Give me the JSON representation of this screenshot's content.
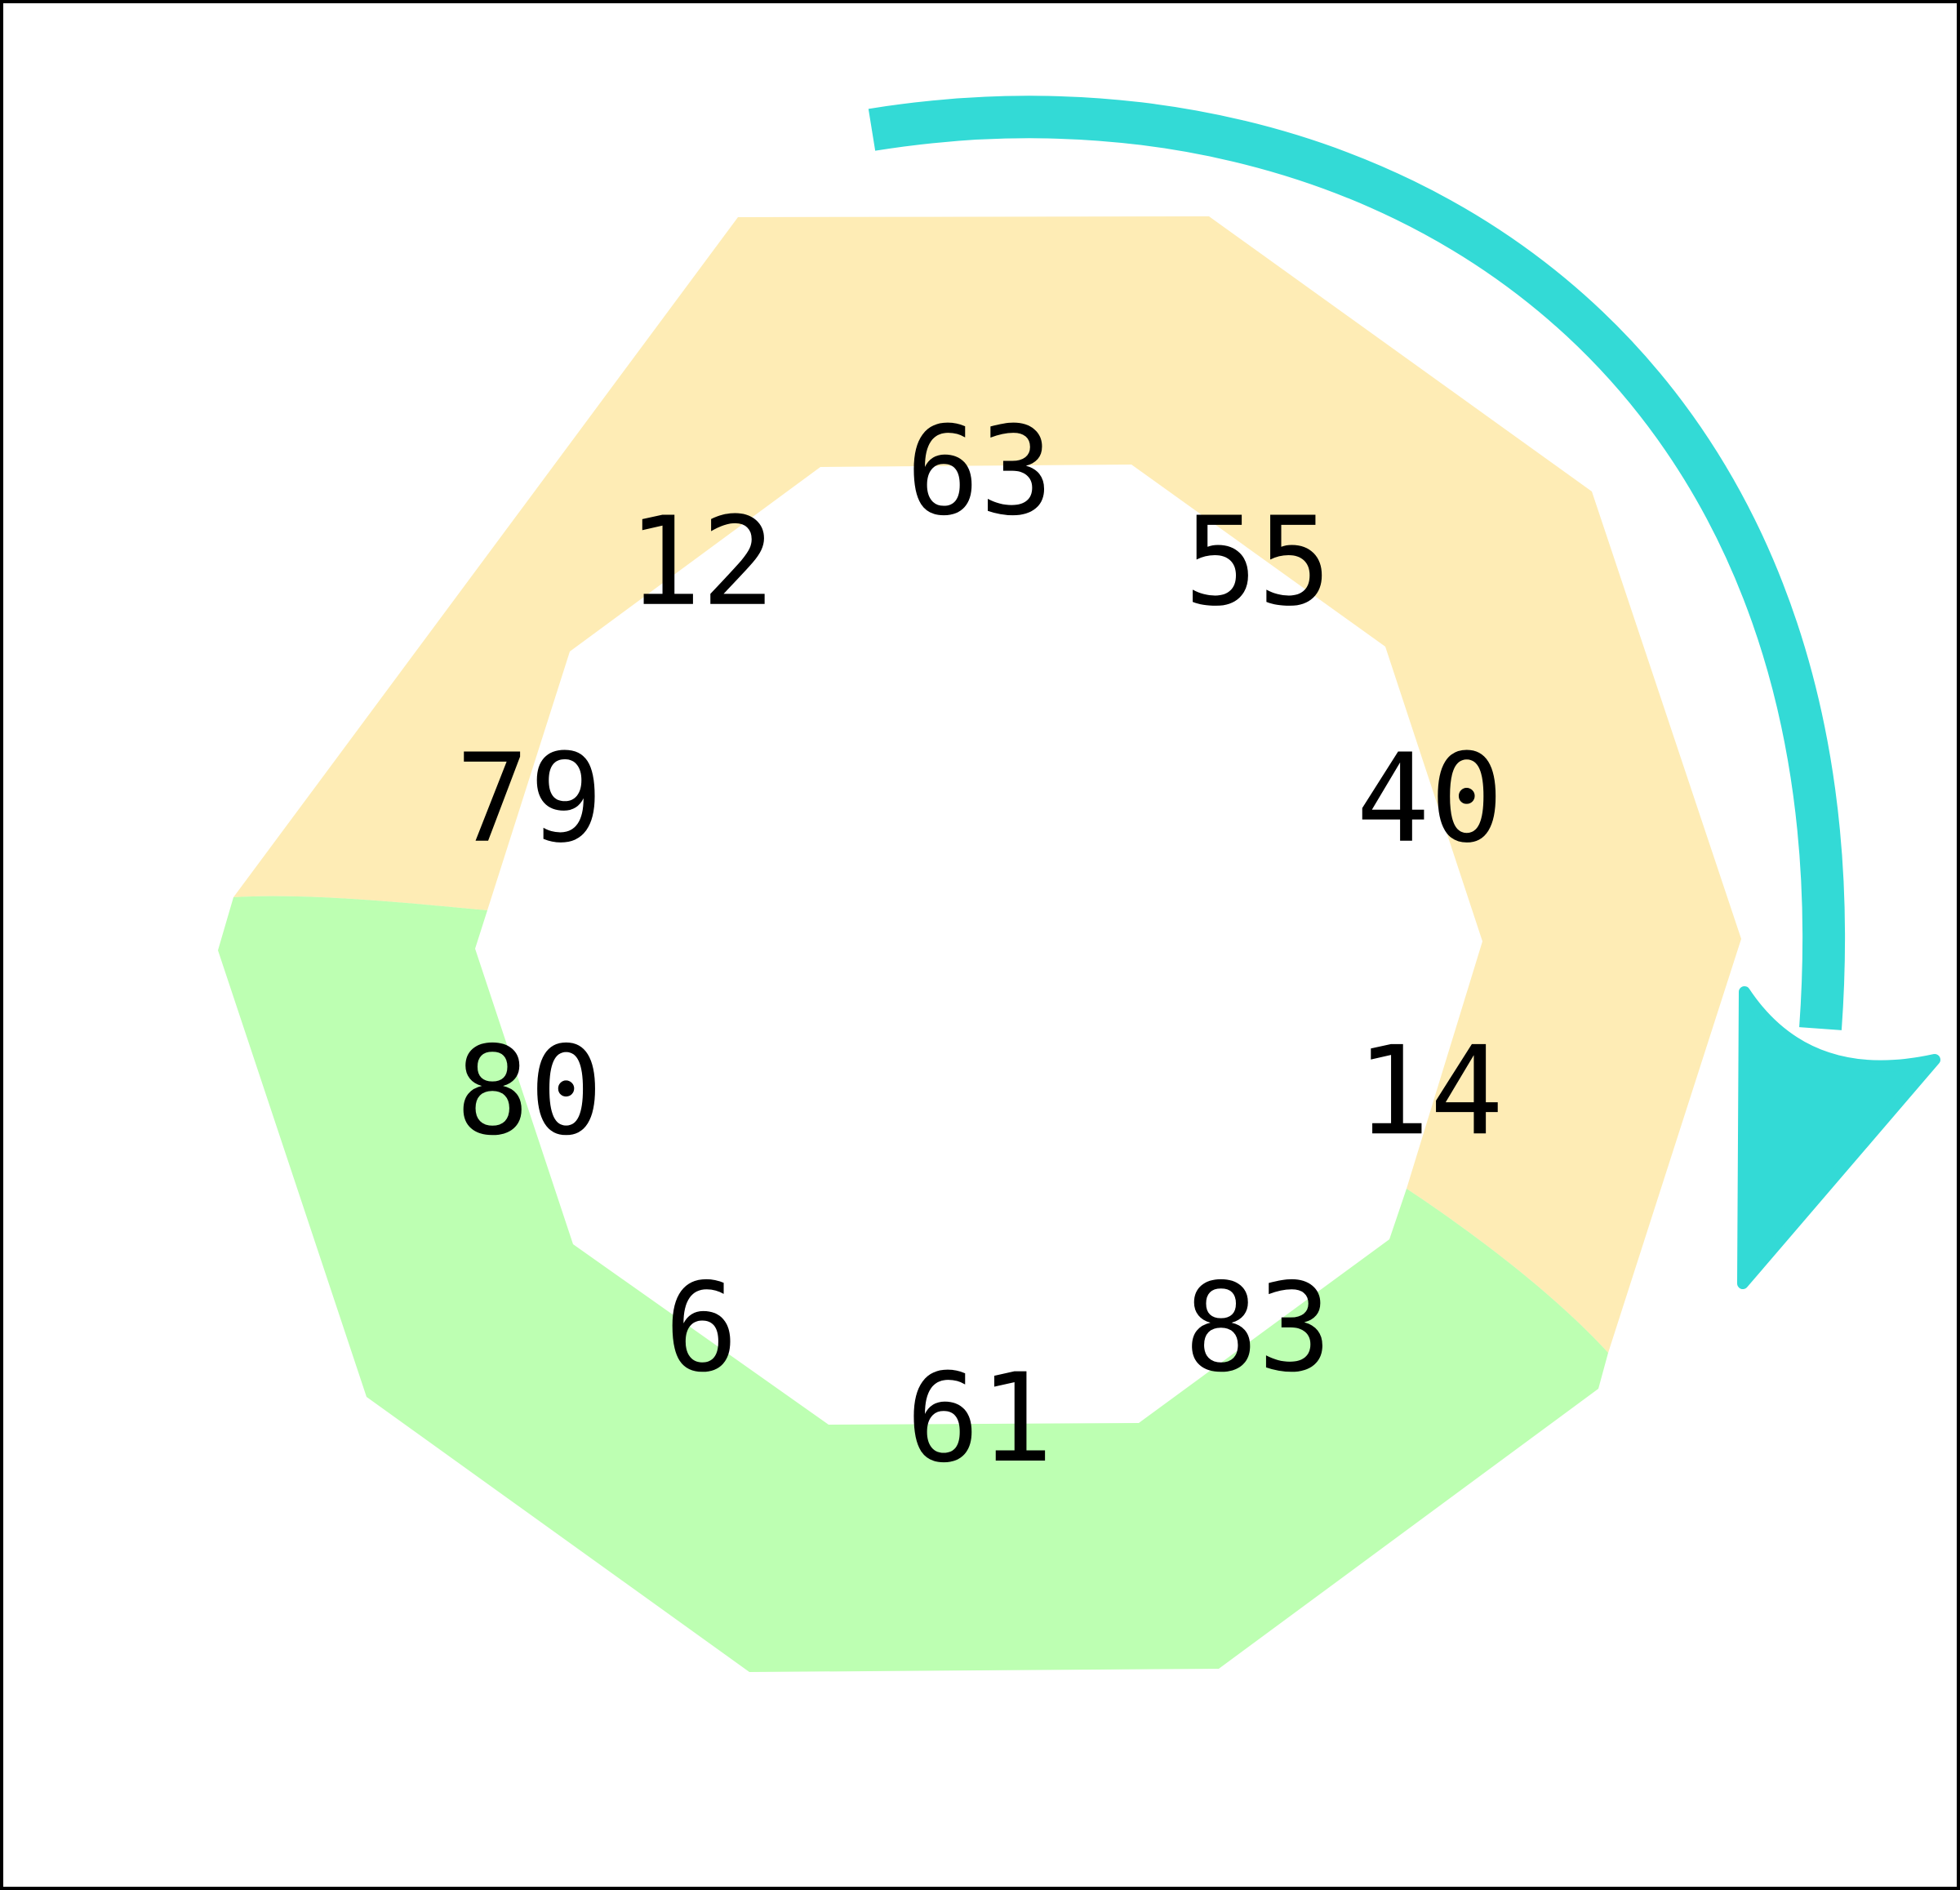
{
  "diagram": {
    "type": "cyclic-ring",
    "direction": "clockwise",
    "colors": {
      "background": "#ffffff",
      "border": "#000000",
      "arrow": "#33dad6",
      "top_region": "#feecb5",
      "bottom_region": "#bdffb2"
    },
    "cells": [
      {
        "value": "63",
        "region": "top_region"
      },
      {
        "value": "55",
        "region": "top_region"
      },
      {
        "value": "40",
        "region": "top_region"
      },
      {
        "value": "14",
        "region": "top_region"
      },
      {
        "value": "83",
        "region": "bottom_region"
      },
      {
        "value": "61",
        "region": "bottom_region"
      },
      {
        "value": "6",
        "region": "bottom_region"
      },
      {
        "value": "80",
        "region": "bottom_region"
      },
      {
        "value": "79",
        "region": "top_region"
      },
      {
        "value": "12",
        "region": "top_region"
      }
    ]
  }
}
